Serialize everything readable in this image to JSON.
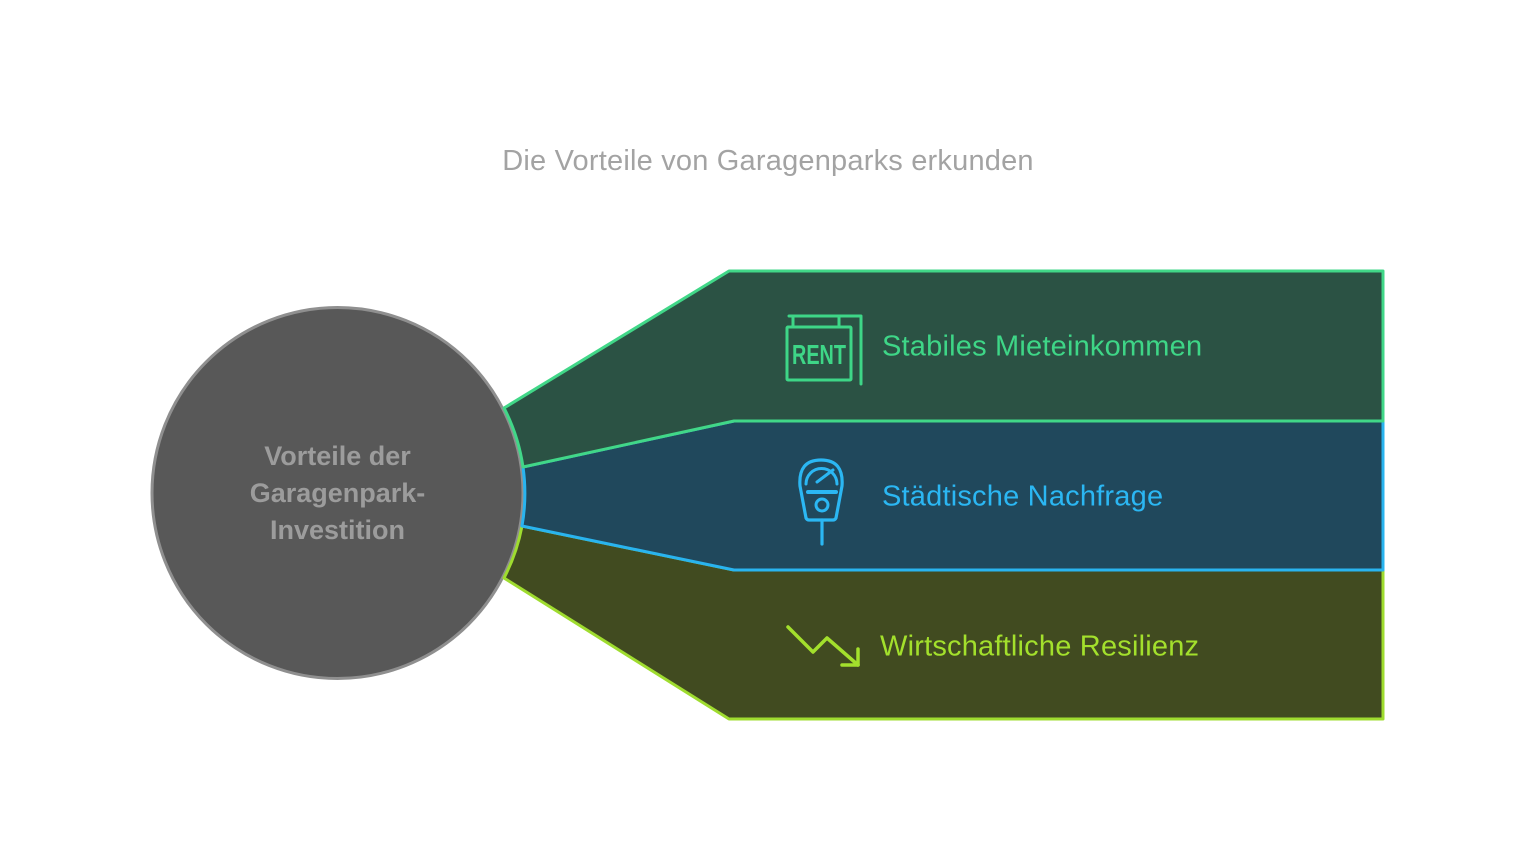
{
  "title": "Die Vorteile von Garagenparks erkunden",
  "title_color": "#a3a3a3",
  "hub": {
    "lines": [
      "Vorteile der",
      "Garagenpark-",
      "Investition"
    ],
    "fill": "#585858",
    "border_color": "#8f8f8f",
    "text_color": "#9c9c9c"
  },
  "items": [
    {
      "label": "Stabiles Mieteinkommen",
      "icon": "rent-sign-icon",
      "fill": "#2b5244",
      "accent": "#3ed687",
      "border_color": "#41d788"
    },
    {
      "label": "Städtische Nachfrage",
      "icon": "parking-meter-icon",
      "fill": "#20485c",
      "accent": "#2bb7f3",
      "border_color": "#29b4ef"
    },
    {
      "label": "Wirtschaftliche Resilienz",
      "icon": "trend-down-icon",
      "fill": "#414b20",
      "accent": "#a3e02c",
      "border_color": "#9fdc2f"
    }
  ],
  "rent_sign_text": "RENT"
}
